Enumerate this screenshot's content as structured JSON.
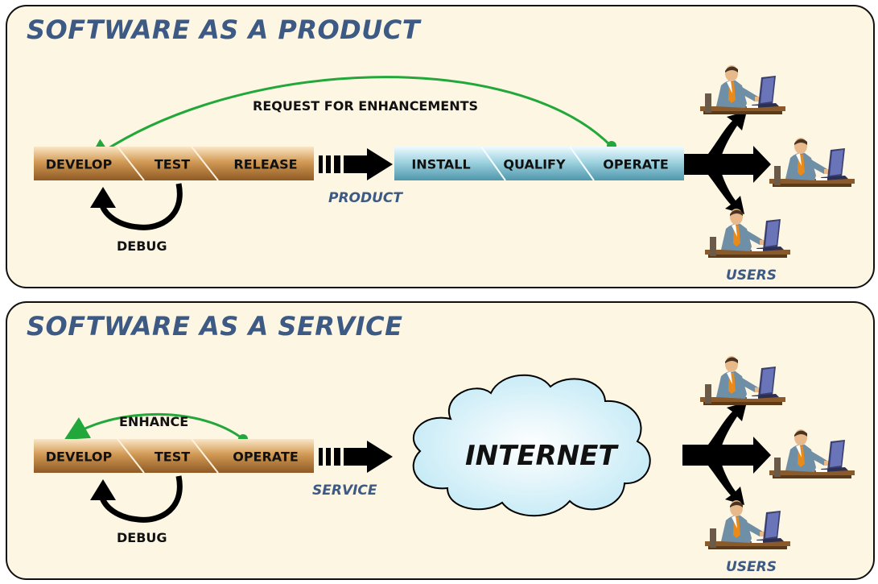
{
  "product": {
    "title": "SOFTWARE AS A PRODUCT",
    "vendor_stages": [
      "DEVELOP",
      "TEST",
      "RELEASE"
    ],
    "customer_stages": [
      "INSTALL",
      "QUALIFY",
      "OPERATE"
    ],
    "feedback_label": "REQUEST FOR ENHANCEMENTS",
    "debug_label": "DEBUG",
    "delivery_label": "PRODUCT",
    "users_label": "USERS"
  },
  "service": {
    "title": "SOFTWARE AS A SERVICE",
    "stages": [
      "DEVELOP",
      "TEST",
      "OPERATE"
    ],
    "feedback_label": "ENHANCE",
    "debug_label": "DEBUG",
    "delivery_label": "SERVICE",
    "network_label": "INTERNET",
    "users_label": "USERS"
  },
  "colors": {
    "title": "#3d5a84",
    "vendor_stage": "#d29a55",
    "customer_stage": "#9fd3e0",
    "feedback_arrow": "#22a83a",
    "panel_fill": "#fdf6e3",
    "cloud_fill": "#d9f2fa"
  },
  "icons": [
    "user-at-laptop-icon",
    "cloud-icon",
    "curved-arrow-icon"
  ]
}
